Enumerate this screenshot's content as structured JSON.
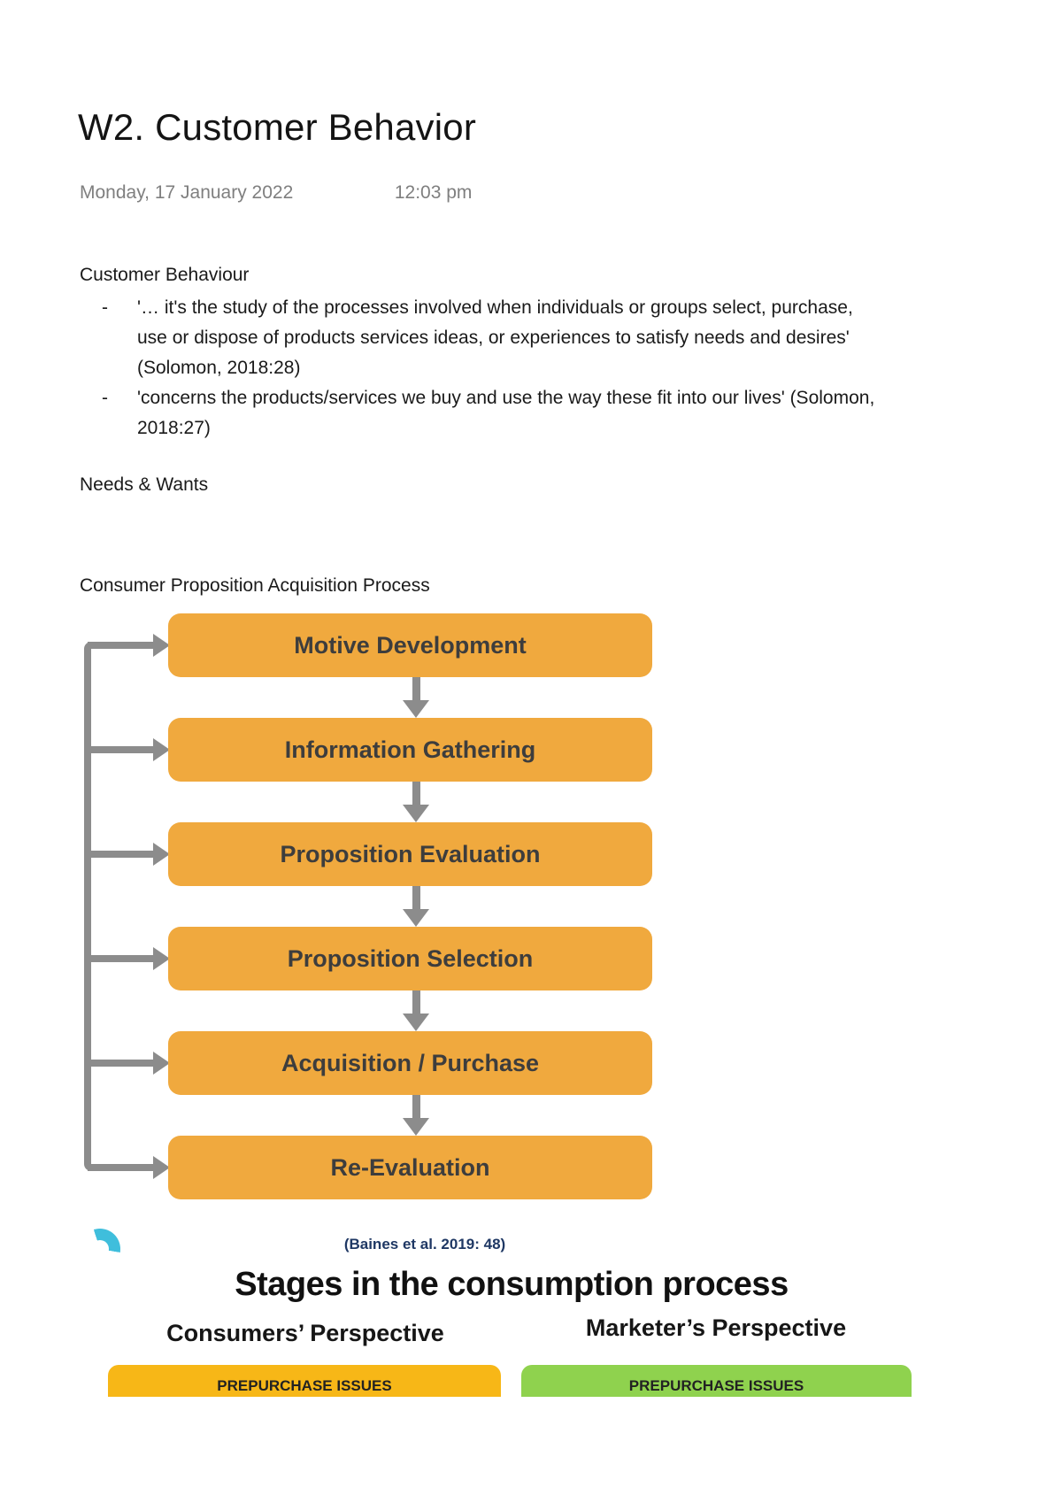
{
  "header": {
    "title": "W2. Customer Behavior",
    "date": "Monday, 17 January 2022",
    "time": "12:03 pm"
  },
  "notes": {
    "heading": "Customer Behaviour",
    "bullet_marker": "-",
    "bullets": [
      "'… it's the study of the processes involved when individuals or groups select, purchase, use or dispose of products services ideas, or experiences to satisfy needs and desires' (Solomon, 2018:28)",
      "'concerns the products/services we buy and use the way these fit into our lives' (Solomon, 2018:27)"
    ],
    "subheading_needs": "Needs & Wants",
    "subheading_process": "Consumer Proposition Acquisition Process"
  },
  "flowchart": {
    "type": "process-diagram",
    "steps": [
      "Motive Development",
      "Information Gathering",
      "Proposition Evaluation",
      "Proposition Selection",
      "Acquisition / Purchase",
      "Re-Evaluation"
    ],
    "citation": "(Baines et al. 2019: 48)",
    "box_color": "#F0A93E",
    "arrow_color": "#8C8C8C"
  },
  "slide": {
    "title": "Stages in the consumption process",
    "consumers_heading": "Consumers’ Perspective",
    "marketers_heading": "Marketer’s Perspective",
    "consumer_prepurchase_label": "PREPURCHASE ISSUES",
    "marketer_prepurchase_label": "PREPURCHASE ISSUES",
    "consumer_box_color": "#F7B717",
    "marketer_box_color": "#8FD24E",
    "citation_color": "#1F3864",
    "accent_arc_color": "#3FBEDC"
  }
}
